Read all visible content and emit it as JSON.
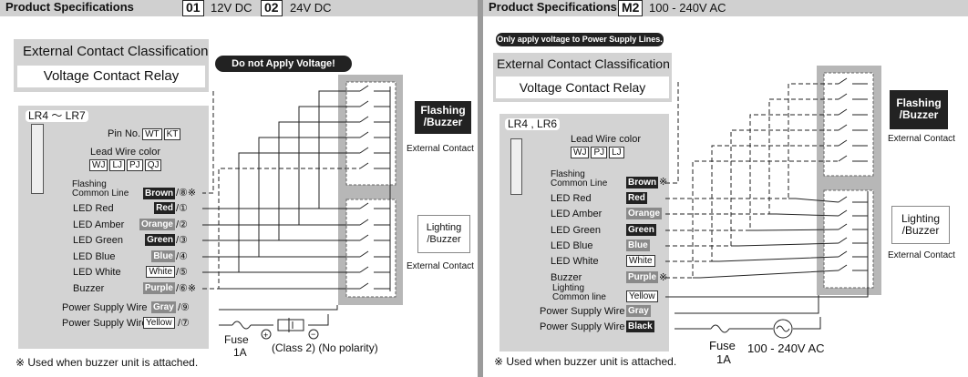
{
  "left": {
    "header": {
      "label": "Product Specifications",
      "code1": "01",
      "text1": "12V DC",
      "code2": "02",
      "text2": "24V DC"
    },
    "ext_title": "External Contact Classification",
    "ext_sub": "Voltage Contact Relay",
    "warning": "Do not Apply Voltage!",
    "model": "LR4 ～ LR7",
    "pin_label": "Pin No.",
    "pin_codes": [
      "WT",
      "KT"
    ],
    "lead_label": "Lead Wire color",
    "lead_codes": [
      "WJ",
      "LJ",
      "PJ",
      "QJ"
    ],
    "flash_line": [
      "Flashing",
      "Common Line"
    ],
    "rows": [
      {
        "name": "LED Red",
        "color": "Red",
        "pin": "/①"
      },
      {
        "name": "LED Amber",
        "color": "Orange",
        "pin": "/②"
      },
      {
        "name": "LED Green",
        "color": "Green",
        "pin": "/③"
      },
      {
        "name": "LED Blue",
        "color": "Blue",
        "pin": "/④"
      },
      {
        "name": "LED White",
        "color": "White",
        "pin": "/⑤"
      },
      {
        "name": "Buzzer",
        "color": "Purple",
        "pin": "/⑥※"
      }
    ],
    "flash_color": "Brown",
    "flash_pin": "/⑧※",
    "power1": {
      "name": "Power Supply Wire",
      "color": "Gray",
      "pin": "/⑨"
    },
    "power2": {
      "name": "Power Supply Wire",
      "color": "Yellow",
      "pin": "/⑦"
    },
    "ext1": [
      "Flashing",
      "/Buzzer"
    ],
    "ext2": [
      "Lighting",
      "/Buzzer"
    ],
    "ext_contact": "External Contact",
    "fuse": "Fuse",
    "fuse_val": "1A",
    "class2": "(Class 2)  (No polarity)",
    "note": "※ Used when buzzer unit is attached."
  },
  "right": {
    "header": {
      "label": "Product Specifications",
      "code1": "M2",
      "text1": "100 - 240V AC"
    },
    "apply_note": "Only apply voltage to Power Supply Lines.",
    "ext_title": "External Contact Classification",
    "ext_sub": "Voltage Contact Relay",
    "model": "LR4 , LR6",
    "lead_label": "Lead Wire color",
    "lead_codes": [
      "WJ",
      "PJ",
      "LJ"
    ],
    "flash_line": [
      "Flashing",
      "Common Line"
    ],
    "flash_color": "Brown",
    "flash_mark": "※",
    "rows": [
      {
        "name": "LED Red",
        "color": "Red"
      },
      {
        "name": "LED Amber",
        "color": "Orange"
      },
      {
        "name": "LED Green",
        "color": "Green"
      },
      {
        "name": "LED Blue",
        "color": "Blue"
      },
      {
        "name": "LED White",
        "color": "White"
      },
      {
        "name": "Buzzer",
        "color": "Purple",
        "mark": "※"
      }
    ],
    "light_line": [
      "Lighting",
      "Common line"
    ],
    "light_color": "Yellow",
    "power1": {
      "name": "Power Supply Wire",
      "color": "Gray"
    },
    "power2": {
      "name": "Power Supply Wire",
      "color": "Black"
    },
    "ext1": [
      "Flashing",
      "/Buzzer"
    ],
    "ext2": [
      "Lighting",
      "/Buzzer"
    ],
    "ext_contact": "External Contact",
    "fuse": "Fuse",
    "fuse_val": "1A",
    "ac": "100 - 240V AC",
    "note": "※ Used when buzzer unit is attached."
  }
}
